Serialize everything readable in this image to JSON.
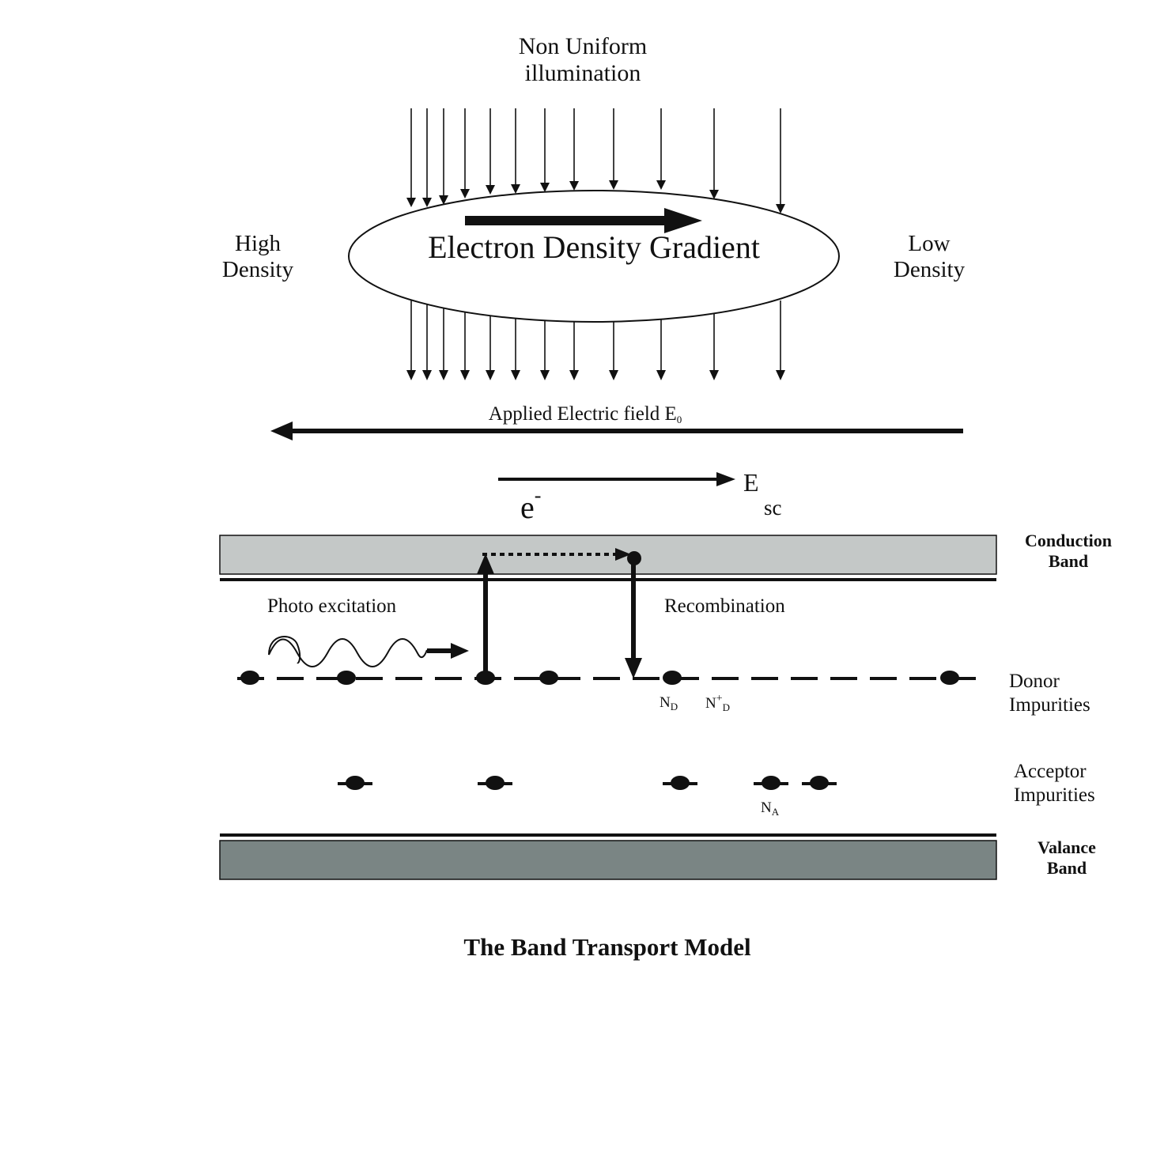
{
  "illumination": {
    "line1": "Non Uniform",
    "line2": "illumination"
  },
  "high_density": {
    "line1": "High",
    "line2": "Density"
  },
  "low_density": {
    "line1": "Low",
    "line2": "Density"
  },
  "gradient_label": "Electron Density Gradient",
  "applied_field": {
    "text": "Applied Electric field E",
    "subscript": "0"
  },
  "electron": {
    "symbol": "e",
    "charge": "-"
  },
  "space_charge_field": {
    "symbol": "E",
    "subscript": "sc"
  },
  "conduction_band": {
    "line1": "Conduction",
    "line2": "Band"
  },
  "photo_excitation": "Photo excitation",
  "recombination": "Recombination",
  "donor": {
    "line1": "Donor",
    "line2": "Impurities"
  },
  "nd_label": {
    "symbol": "N",
    "subscript": "D"
  },
  "nd_plus_label": {
    "symbol": "N",
    "superscript": "+",
    "subscript": "D"
  },
  "acceptor": {
    "line1": "Acceptor",
    "line2": "Impurities"
  },
  "na_label": {
    "symbol": "N",
    "subscript": "A"
  },
  "valence_band": {
    "line1": "Valance",
    "line2": "Band"
  },
  "diagram_title": "The Band Transport Model",
  "colors": {
    "conduction_band_fill": "#c4c8c7",
    "valence_band_fill": "#7a8584",
    "ink": "#111111"
  }
}
